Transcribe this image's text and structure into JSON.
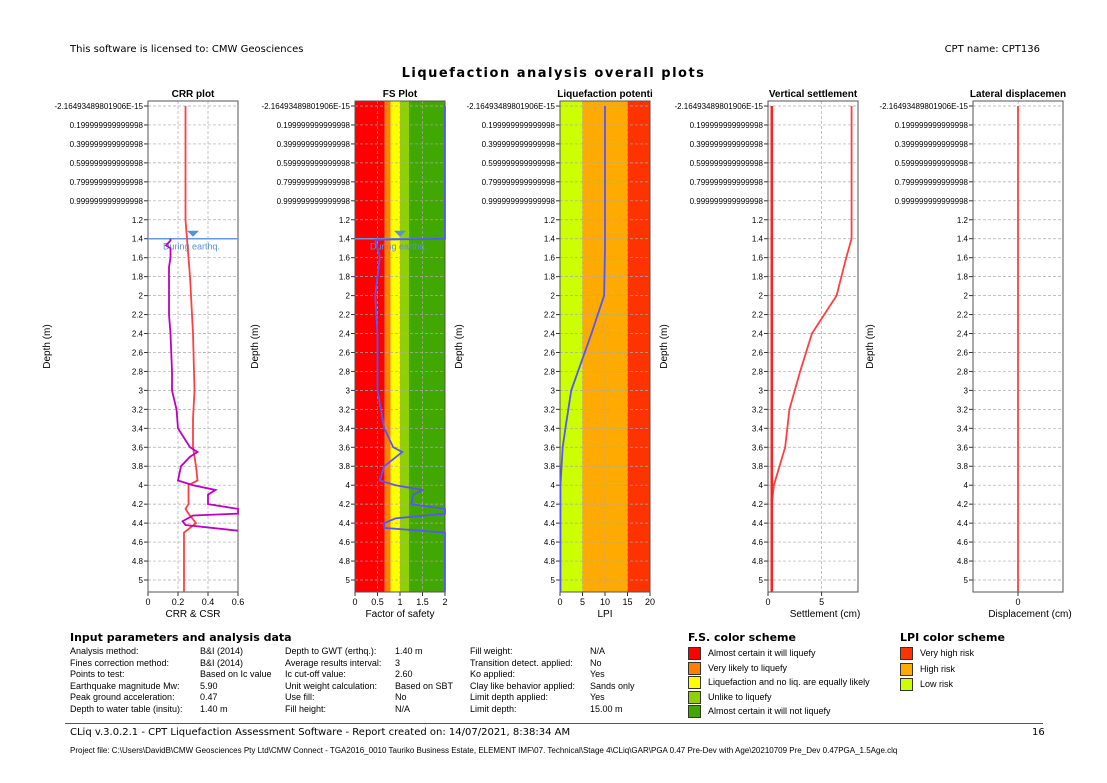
{
  "header": {
    "license": "This software is licensed to: CMW Geosciences",
    "cpt_name": "CPT name: CPT136"
  },
  "main_title": "Liquefaction analysis overall plots",
  "chart_data": {
    "type": "line",
    "depth_axis": {
      "label": "Depth (m)",
      "range": [
        0,
        5.12
      ],
      "tick_values": [
        0,
        0.2,
        0.4,
        0.6,
        0.8,
        1.0,
        1.2,
        1.4,
        1.6,
        1.8,
        2,
        2.2,
        2.4,
        2.6,
        2.8,
        3,
        3.2,
        3.4,
        3.6,
        3.8,
        4,
        4.2,
        4.4,
        4.6,
        4.8,
        5
      ],
      "tick_labels": [
        "-2.16493489801906E-15",
        "0.199999999999998",
        "0.399999999999998",
        "0.599999999999998",
        "0.799999999999998",
        "0.999999999999998",
        "1.2",
        "1.4",
        "1.6",
        "1.8",
        "2",
        "2.2",
        "2.4",
        "2.6",
        "2.8",
        "3",
        "3.2",
        "3.4",
        "3.6",
        "3.8",
        "4",
        "4.2",
        "4.4",
        "4.6",
        "4.8",
        "5"
      ]
    },
    "water_table": {
      "depth": 1.4,
      "label": "During earthq."
    },
    "panels": [
      {
        "title": "CRR plot",
        "xlabel": "CRR & CSR",
        "xlim": [
          0,
          0.6
        ],
        "xticks": [
          0,
          0.2,
          0.4,
          0.6
        ],
        "xtick_labels": [
          "0",
          "0.2",
          "0.4",
          "0.6"
        ],
        "water_marker": true,
        "series": [
          {
            "name": "CSR",
            "color": "#ff4040",
            "points": [
              [
                0,
                0.25
              ],
              [
                1.2,
                0.25
              ],
              [
                1.4,
                0.26
              ],
              [
                1.8,
                0.28
              ],
              [
                2.4,
                0.3
              ],
              [
                3.0,
                0.31
              ],
              [
                3.3,
                0.3
              ],
              [
                3.6,
                0.3
              ],
              [
                3.8,
                0.32
              ],
              [
                3.95,
                0.33
              ],
              [
                4.0,
                0.27
              ],
              [
                4.2,
                0.27
              ],
              [
                4.25,
                0.25
              ],
              [
                4.3,
                0.27
              ],
              [
                4.4,
                0.32
              ],
              [
                4.45,
                0.28
              ],
              [
                4.5,
                0.24
              ],
              [
                5.12,
                0.24
              ]
            ]
          },
          {
            "name": "CRR",
            "color": "#c000c0",
            "points": [
              [
                1.4,
                0.15
              ],
              [
                1.42,
                0.15
              ],
              [
                1.47,
                0.12
              ],
              [
                1.5,
                0.15
              ],
              [
                1.6,
                0.15
              ],
              [
                1.7,
                0.14
              ],
              [
                2.0,
                0.14
              ],
              [
                2.2,
                0.14
              ],
              [
                2.4,
                0.15
              ],
              [
                2.8,
                0.16
              ],
              [
                3.0,
                0.16
              ],
              [
                3.2,
                0.19
              ],
              [
                3.4,
                0.2
              ],
              [
                3.6,
                0.28
              ],
              [
                3.65,
                0.33
              ],
              [
                3.7,
                0.28
              ],
              [
                3.8,
                0.22
              ],
              [
                3.95,
                0.2
              ],
              [
                4.0,
                0.3
              ],
              [
                4.05,
                0.45
              ],
              [
                4.1,
                0.4
              ],
              [
                4.2,
                0.4
              ],
              [
                4.25,
                0.6
              ],
              [
                4.3,
                0.6
              ],
              [
                4.32,
                0.3
              ],
              [
                4.38,
                0.23
              ],
              [
                4.42,
                0.25
              ],
              [
                4.48,
                0.6
              ]
            ]
          }
        ]
      },
      {
        "title": "FS Plot",
        "xlabel": "Factor of safety",
        "xlim": [
          0,
          2
        ],
        "xticks": [
          0,
          0.5,
          1,
          1.5,
          2
        ],
        "xtick_labels": [
          "0",
          "0.5",
          "1",
          "1.5",
          "2"
        ],
        "water_marker": true,
        "bands": [
          {
            "from": 0,
            "to": 0.66,
            "color": "#ff0000"
          },
          {
            "from": 0.66,
            "to": 0.79,
            "color": "#ff8000"
          },
          {
            "from": 0.79,
            "to": 1.0,
            "color": "#ffff00"
          },
          {
            "from": 1.0,
            "to": 1.2,
            "color": "#90d000"
          },
          {
            "from": 1.2,
            "to": 2,
            "color": "#40a800"
          }
        ],
        "series": [
          {
            "name": "FS",
            "color": "#5555ff",
            "points": [
              [
                0,
                2
              ],
              [
                1.4,
                2
              ],
              [
                1.41,
                0.45
              ],
              [
                1.6,
                0.55
              ],
              [
                1.8,
                0.5
              ],
              [
                2.0,
                0.45
              ],
              [
                2.4,
                0.5
              ],
              [
                3.0,
                0.5
              ],
              [
                3.4,
                0.65
              ],
              [
                3.6,
                0.85
              ],
              [
                3.65,
                1.05
              ],
              [
                3.8,
                0.65
              ],
              [
                3.95,
                0.55
              ],
              [
                4.0,
                0.9
              ],
              [
                4.05,
                1.5
              ],
              [
                4.1,
                1.3
              ],
              [
                4.2,
                1.25
              ],
              [
                4.25,
                2
              ],
              [
                4.3,
                2
              ],
              [
                4.35,
                0.9
              ],
              [
                4.4,
                0.65
              ],
              [
                4.45,
                0.65
              ],
              [
                4.5,
                2
              ],
              [
                5.12,
                2
              ]
            ]
          }
        ]
      },
      {
        "title": "Liquefaction potenti",
        "xlabel": "LPI",
        "xlim": [
          0,
          20
        ],
        "xticks": [
          0,
          5,
          10,
          15,
          20
        ],
        "xtick_labels": [
          "0",
          "5",
          "10",
          "15",
          "20"
        ],
        "bands": [
          {
            "from": 0,
            "to": 5,
            "color": "#ccff00"
          },
          {
            "from": 5,
            "to": 15,
            "color": "#ffaa00"
          },
          {
            "from": 15,
            "to": 20,
            "color": "#ff3300"
          }
        ],
        "series": [
          {
            "name": "LPI",
            "color": "#5555ff",
            "points": [
              [
                0,
                10
              ],
              [
                1.5,
                10
              ],
              [
                2.0,
                9.8
              ],
              [
                2.4,
                7
              ],
              [
                2.8,
                4
              ],
              [
                3.0,
                2.5
              ],
              [
                3.4,
                1.2
              ],
              [
                3.6,
                0.6
              ],
              [
                4.0,
                0.1
              ],
              [
                5.12,
                0.1
              ]
            ]
          }
        ]
      },
      {
        "title": "Vertical settlement",
        "xlabel": "Settlement (cm)",
        "xlim": [
          0,
          8.4
        ],
        "xticks": [
          0,
          5
        ],
        "xtick_labels": [
          "0",
          "5"
        ],
        "series": [
          {
            "name": "Settlement",
            "color": "#ff4040",
            "points": [
              [
                0,
                7.8
              ],
              [
                1.4,
                7.8
              ],
              [
                1.6,
                7.3
              ],
              [
                2.0,
                6.4
              ],
              [
                2.4,
                4.1
              ],
              [
                2.8,
                3.0
              ],
              [
                3.2,
                2.0
              ],
              [
                3.6,
                1.6
              ],
              [
                4.0,
                0.55
              ],
              [
                4.2,
                0.35
              ],
              [
                5.12,
                0.35
              ]
            ]
          },
          {
            "name": "Settlement baseline",
            "color": "#ff2020",
            "points": [
              [
                0,
                0.35
              ],
              [
                5.12,
                0.35
              ]
            ]
          }
        ]
      },
      {
        "title": "Lateral displacemen",
        "xlabel": "Displacement (cm)",
        "xlim": [
          -1,
          1
        ],
        "xticks": [
          0
        ],
        "xtick_labels": [
          "0"
        ],
        "series": [
          {
            "name": "Displacement",
            "color": "#ff4040",
            "points": [
              [
                0,
                0
              ],
              [
                5.12,
                0
              ]
            ]
          }
        ]
      }
    ]
  },
  "inputs": {
    "title": "Input parameters and analysis data",
    "col1": [
      [
        "Analysis method:",
        "B&I (2014)"
      ],
      [
        "Fines correction method:",
        "B&I (2014)"
      ],
      [
        "Points to test:",
        "Based on Ic value"
      ],
      [
        "Earthquake magnitude Mw:",
        "5.90"
      ],
      [
        "Peak ground acceleration:",
        "0.47"
      ],
      [
        "Depth to water table (insitu):",
        "1.40 m"
      ]
    ],
    "col2": [
      [
        "Depth to GWT (erthq.):",
        "1.40 m"
      ],
      [
        "Average results interval:",
        "3"
      ],
      [
        "Ic cut-off value:",
        "2.60"
      ],
      [
        "Unit weight calculation:",
        "Based on SBT"
      ],
      [
        "Use fill:",
        "No"
      ],
      [
        "Fill height:",
        "N/A"
      ]
    ],
    "col3": [
      [
        "Fill weight:",
        "N/A"
      ],
      [
        "Transition detect. applied:",
        "No"
      ],
      [
        "Ko applied:",
        "Yes"
      ],
      [
        "Clay like behavior applied:",
        "Sands only"
      ],
      [
        "Limit depth applied:",
        "Yes"
      ],
      [
        "Limit depth:",
        "15.00 m"
      ]
    ]
  },
  "fs_scheme": {
    "title": "F.S. color scheme",
    "items": [
      {
        "label": "Almost certain it will liquefy",
        "color": "#ff0000"
      },
      {
        "label": "Very likely to liquefy",
        "color": "#ff8000"
      },
      {
        "label": "Liquefaction and no liq. are equally likely",
        "color": "#ffff00"
      },
      {
        "label": "Unlike to liquefy",
        "color": "#90d000"
      },
      {
        "label": "Almost certain it will not liquefy",
        "color": "#40a800"
      }
    ]
  },
  "lpi_scheme": {
    "title": "LPI color scheme",
    "items": [
      {
        "label": "Very high risk",
        "color": "#ff3300"
      },
      {
        "label": "High risk",
        "color": "#ffaa00"
      },
      {
        "label": "Low risk",
        "color": "#ccff00"
      }
    ]
  },
  "footer": {
    "software": "CLiq v.3.0.2.1 - CPT Liquefaction Assessment Software - Report created on: 14/07/2021, 8:38:34 AM",
    "page": "16",
    "project_file": "Project file: C:\\Users\\DavidB\\CMW Geosciences Pty Ltd\\CMW Connect - TGA2016_0010 Tauriko Business Estate, ELEMENT IMF\\07. Technical\\Stage 4\\CLiq\\GAR\\PGA 0.47 Pre-Dev with Age\\20210709 Pre_Dev 0.47PGA_1.5Age.clq"
  }
}
